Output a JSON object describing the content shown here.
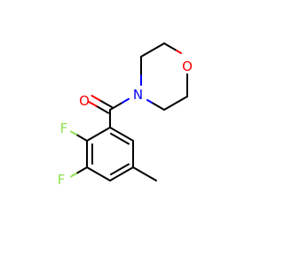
{
  "molecule": {
    "atoms": {
      "carbonyl_oxygen": "O",
      "morpholine_nitrogen": "N",
      "morpholine_oxygen": "O",
      "fluorine_2": "F",
      "fluorine_3": "F"
    },
    "colors": {
      "bond": "#000000",
      "oxygen": "#ff0000",
      "nitrogen": "#0000ff",
      "fluorine": "#90e050"
    }
  }
}
